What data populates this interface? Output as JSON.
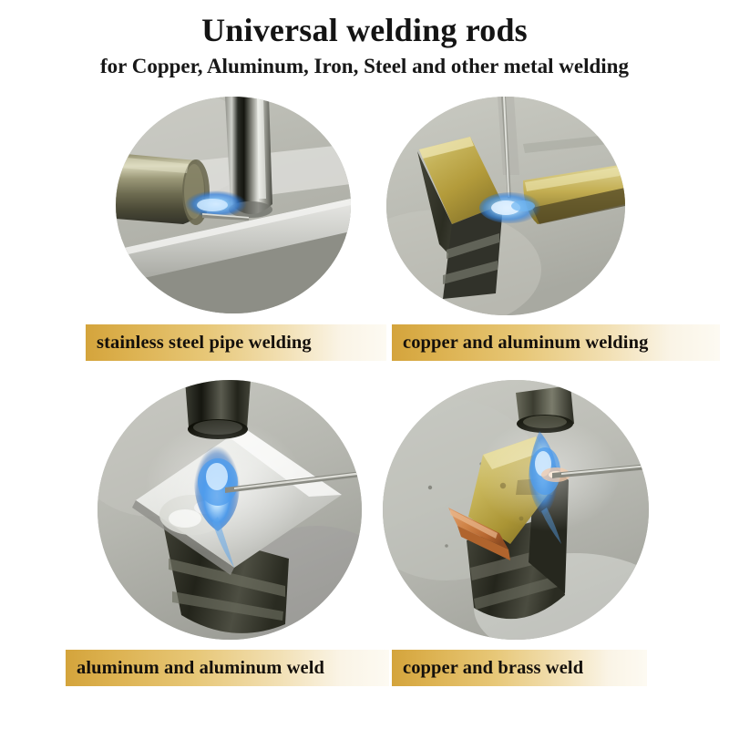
{
  "header": {
    "title": "Universal welding rods",
    "subtitle": "for Copper, Aluminum, Iron, Steel and other metal welding"
  },
  "theme": {
    "background": "#ffffff",
    "text_color": "#141414",
    "caption_gradient_start": "#d4a43c",
    "caption_gradient_end": "#fdfaf2",
    "flame_color": "#2f7ddd",
    "brass_color": "#b9a23c",
    "copper_color": "#c87a3d",
    "steel_color": "#b3b5ae"
  },
  "panels": [
    {
      "id": "stainless-steel-pipe-welding",
      "caption": "stainless steel pipe welding",
      "photo_alt": "stainless steel pipe being brazed with a blue torch flame and welding rod"
    },
    {
      "id": "copper-and-aluminum-welding",
      "caption": "copper and aluminum welding",
      "photo_alt": "brass and aluminum plates joined with blue flame and a vertical welding rod"
    },
    {
      "id": "aluminum-and-aluminum-weld",
      "caption": "aluminum and aluminum weld",
      "photo_alt": "aluminum plate heated by a torch nozzle with bright blue flame and welding rod"
    },
    {
      "id": "copper-and-brass-weld",
      "caption": "copper and brass weld",
      "photo_alt": "brass plate with copper strip being welded with a blue flame from above"
    }
  ]
}
